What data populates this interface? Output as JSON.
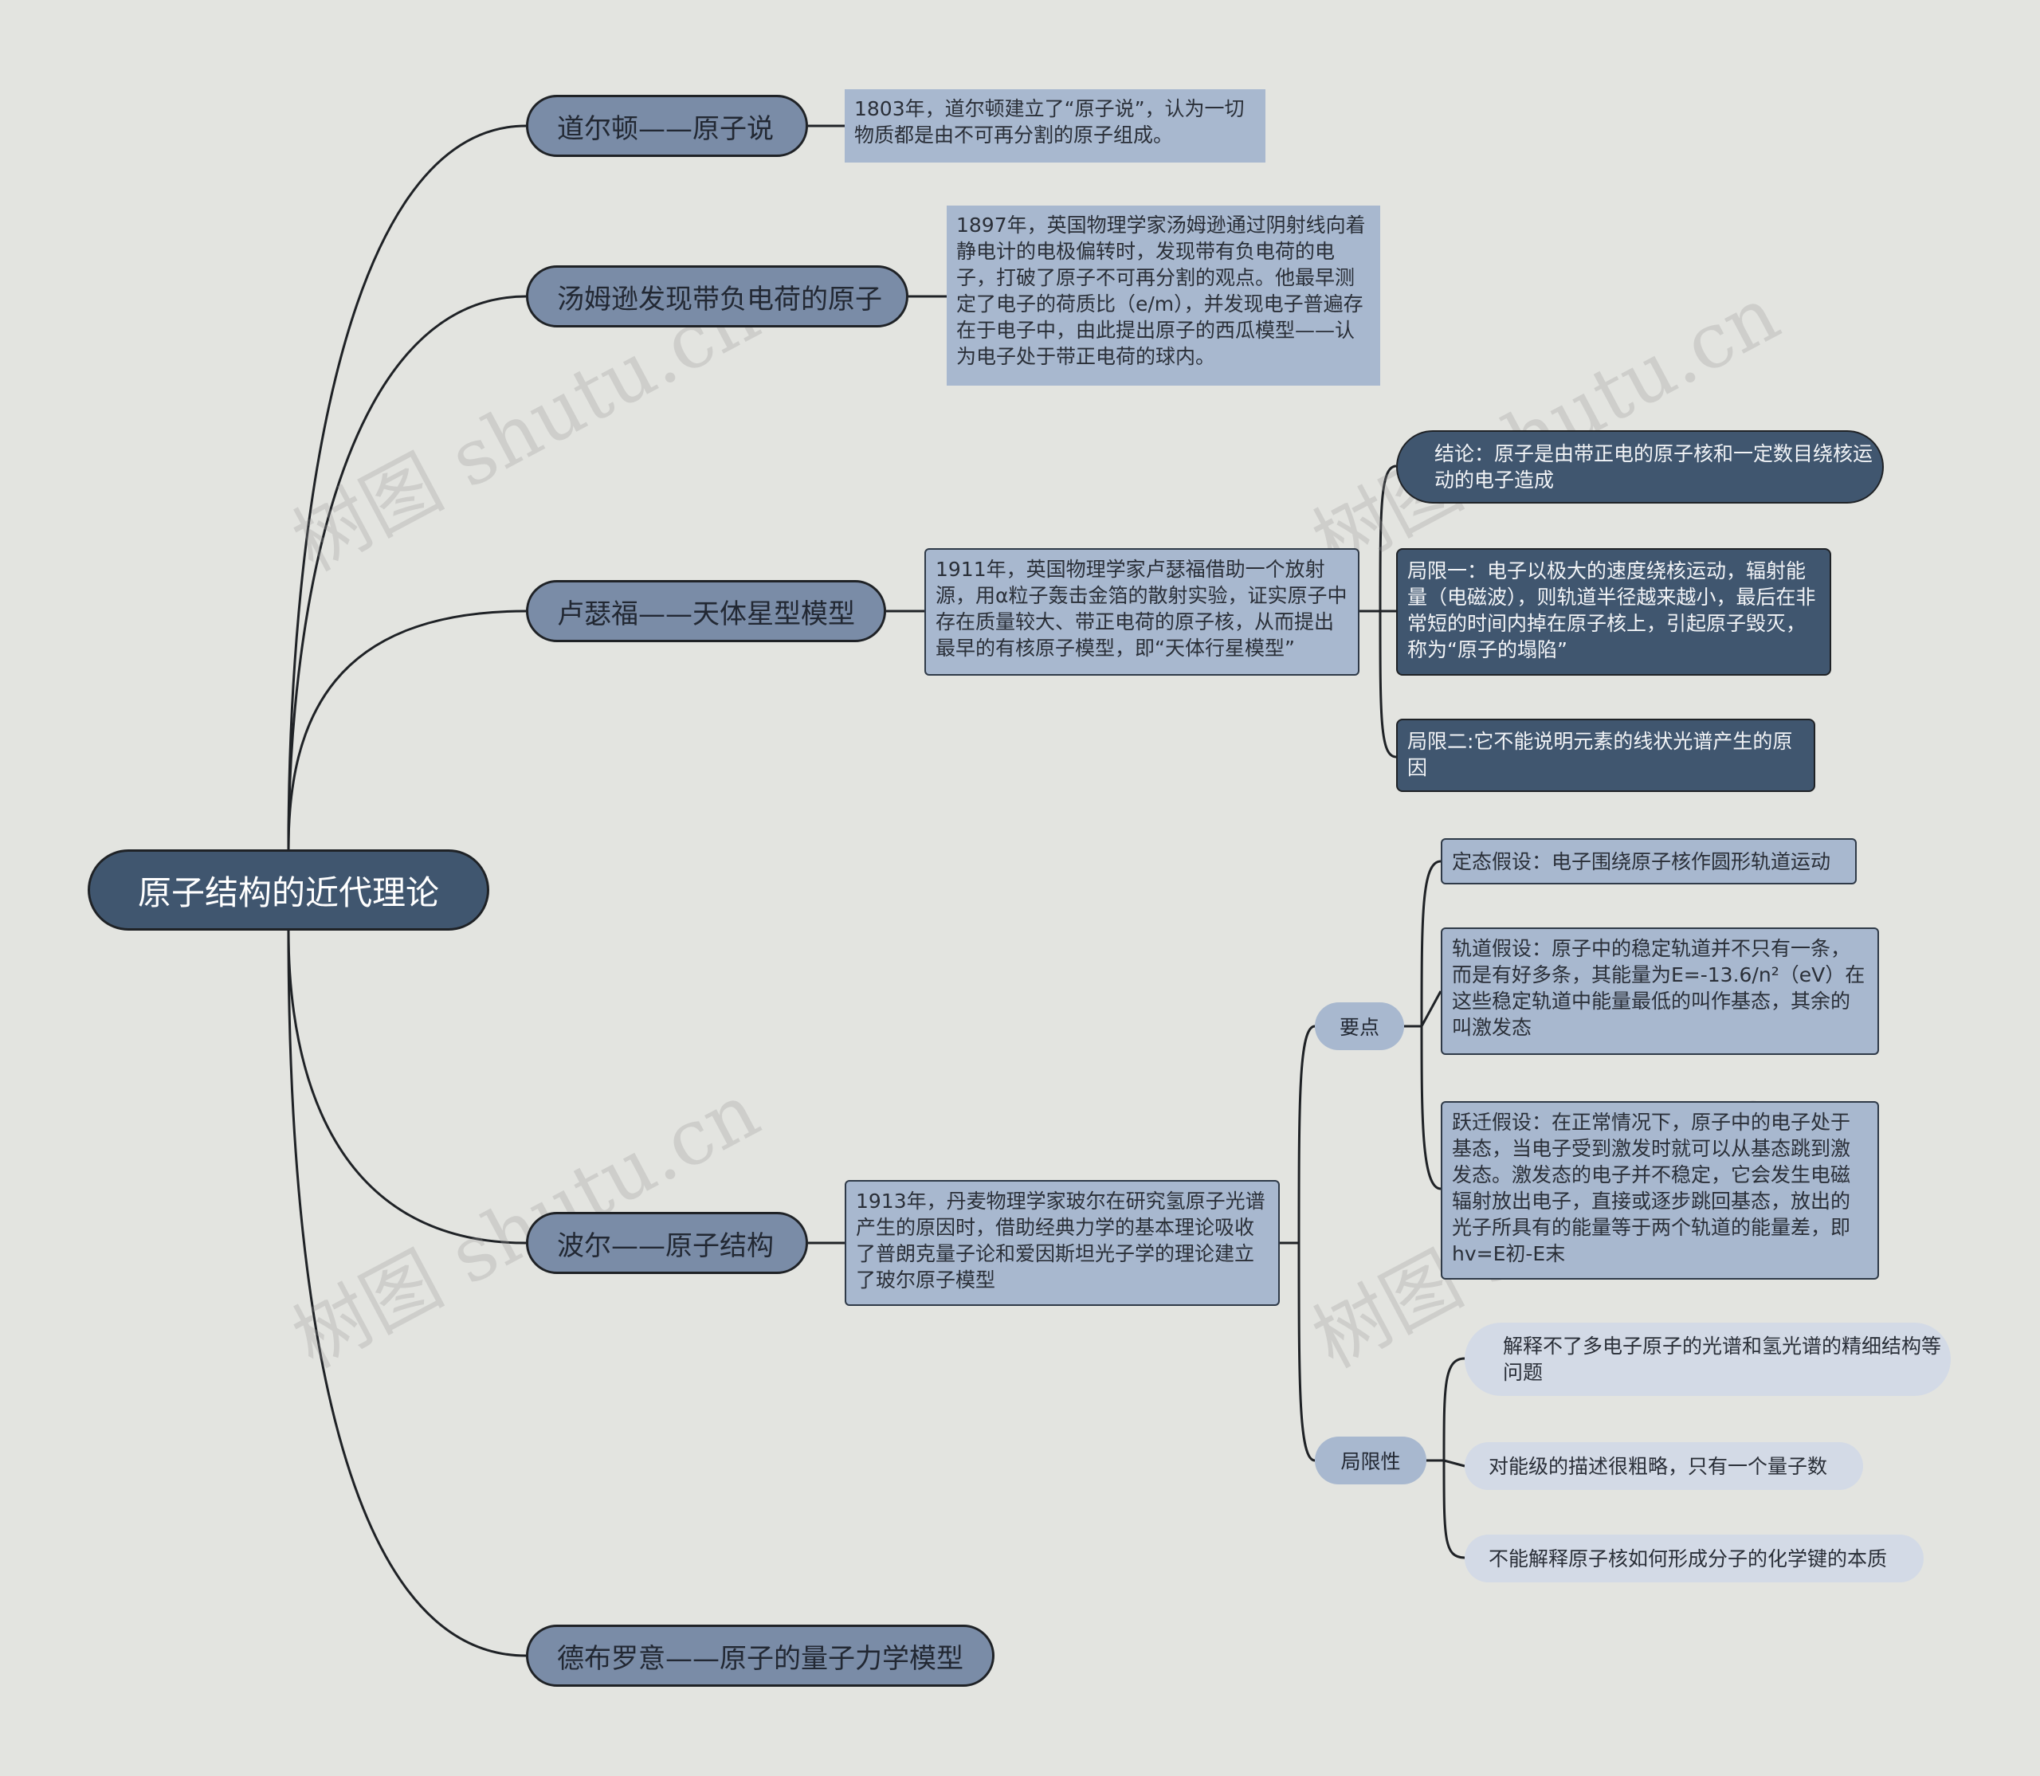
{
  "root": {
    "label": "原子结构的近代理论"
  },
  "branches": [
    {
      "label": "道尔顿——原子说"
    },
    {
      "label": "汤姆逊发现带负电荷的原子"
    },
    {
      "label": "卢瑟福——天体星型模型"
    },
    {
      "label": "波尔——原子结构"
    },
    {
      "label": "德布罗意——原子的量子力学模型"
    }
  ],
  "descriptions": {
    "dalton": "1803年，道尔顿建立了“原子说”，认为一切物质都是由不可再分割的原子组成。",
    "thomson": "1897年，英国物理学家汤姆逊通过阴射线向着静电计的电极偏转时，发现带有负电荷的电子，打破了原子不可再分割的观点。他最早测定了电子的荷质比（e/m），并发现电子普遍存在于电子中，由此提出原子的西瓜模型——认为电子处于带正电荷的球内。",
    "rutherford": "1911年，英国物理学家卢瑟福借助一个放射源，用α粒子轰击金箔的散射实验，证实原子中存在质量较大、带正电荷的原子核，从而提出最早的有核原子模型，即“天体行星模型”",
    "bohr": "1913年，丹麦物理学家玻尔在研究氢原子光谱产生的原因时，借助经典力学的基本理论吸收了普朗克量子论和爱因斯坦光子学的理论建立了玻尔原子模型"
  },
  "rutherford_children": [
    "结论：原子是由带正电的原子核和一定数目绕核运动的电子造成",
    "局限一：电子以极大的速度绕核运动，辐射能量（电磁波），则轨道半径越来越小，最后在非常短的时间内掉在原子核上，引起原子毁灭，称为“原子的塌陷”",
    "局限二:它不能说明元素的线状光谱产生的原因"
  ],
  "bohr_groups": {
    "key_points": {
      "label": "要点",
      "items": [
        "定态假设：电子围绕原子核作圆形轨道运动",
        "轨道假设：原子中的稳定轨道并不只有一条，而是有好多条，其能量为E=-13.6/n²（eV）在这些稳定轨道中能量最低的叫作基态，其余的叫激发态",
        "跃迁假设：在正常情况下，原子中的电子处于基态，当电子受到激发时就可以从基态跳到激发态。激发态的电子并不稳定，它会发生电磁辐射放出电子，直接或逐步跳回基态，放出的光子所具有的能量等于两个轨道的能量差，即hv=E初-E末"
      ]
    },
    "limitations": {
      "label": "局限性",
      "items": [
        "解释不了多电子原子的光谱和氢光谱的精细结构等问题",
        "对能级的描述很粗略，只有一个量子数",
        "不能解释原子核如何形成分子的化学键的本质"
      ]
    }
  },
  "watermark": "树图 shutu.cn",
  "colors": {
    "background": "#e3e4e0",
    "root": "#40566f",
    "branch": "#7a8ca7",
    "description": "#a8b8cf",
    "dark_node": "#40566f",
    "light_node": "#d3dae6",
    "line": "#1f2226"
  }
}
